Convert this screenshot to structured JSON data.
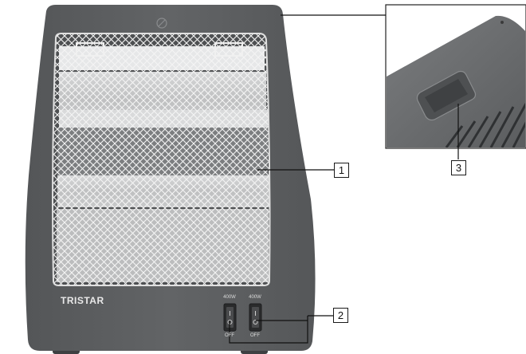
{
  "figure": {
    "brand": "TRISTAR",
    "callouts": [
      "1",
      "2",
      "3"
    ],
    "switches": [
      {
        "power_label": "400W",
        "off_label": "OFF"
      },
      {
        "power_label": "400W",
        "off_label": "OFF"
      }
    ],
    "colors": {
      "housing": "#5d5f61",
      "housing_shadow": "#4a4c4e",
      "panel": "#c9cacb",
      "grille": "#f2f2f2",
      "detail_plastic": "#6c6e70"
    }
  }
}
